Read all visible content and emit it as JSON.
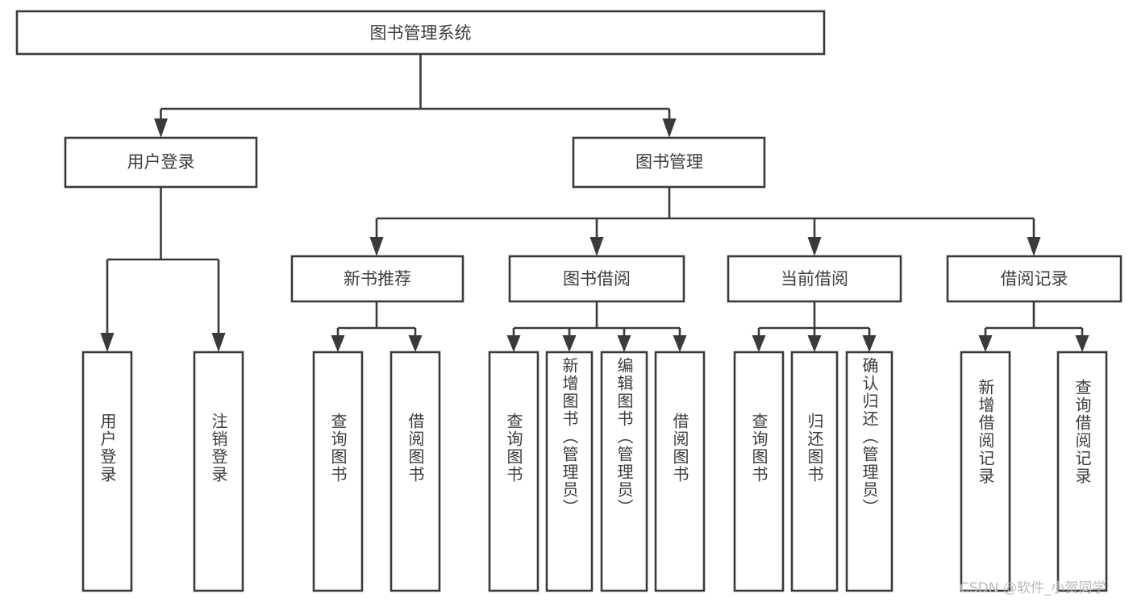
{
  "diagram": {
    "title": "图书管理系统",
    "type": "tree",
    "watermark": "CSDN @软件_小贺同学",
    "colors": {
      "box_stroke": "#3a3a3a",
      "box_fill": "#ffffff",
      "text": "#3c3c3c",
      "connector": "#3a3a3a",
      "watermark": "#b9b9b9",
      "background": "#ffffff"
    },
    "levels": {
      "root": "图书管理系统",
      "level2": [
        "用户登录",
        "图书管理"
      ],
      "level3": [
        "新书推荐",
        "图书借阅",
        "当前借阅",
        "借阅记录"
      ],
      "level4": [
        "用户登录",
        "注销登录",
        "查询图书",
        "借阅图书",
        "查询图书",
        "新增图书（管理员）",
        "编辑图书（管理员）",
        "借阅图书",
        "查询图书",
        "归还图书",
        "确认归还（管理员）",
        "新增借阅记录",
        "查询借阅记录"
      ]
    },
    "nodes": {
      "root": {
        "label": "图书管理系统"
      },
      "user_login": {
        "label": "用户登录"
      },
      "book_manage": {
        "label": "图书管理"
      },
      "new_book_rec": {
        "label": "新书推荐"
      },
      "book_borrow": {
        "label": "图书借阅"
      },
      "current_borrow": {
        "label": "当前借阅"
      },
      "borrow_record": {
        "label": "借阅记录"
      },
      "leaf_user_login": {
        "label": "用户登录"
      },
      "leaf_logout": {
        "label": "注销登录"
      },
      "leaf_query_book_a": {
        "label": "查询图书"
      },
      "leaf_borrow_book_a": {
        "label": "借阅图书"
      },
      "leaf_query_book_b": {
        "label": "查询图书"
      },
      "leaf_add_book": {
        "label": "新增图书（管理员）"
      },
      "leaf_edit_book": {
        "label": "编辑图书（管理员）"
      },
      "leaf_borrow_book_b": {
        "label": "借阅图书"
      },
      "leaf_query_book_c": {
        "label": "查询图书"
      },
      "leaf_return_book": {
        "label": "归还图书"
      },
      "leaf_confirm_return": {
        "label": "确认归还（管理员）"
      },
      "leaf_add_record": {
        "label": "新增借阅记录"
      },
      "leaf_query_record": {
        "label": "查询借阅记录"
      }
    },
    "edges": [
      {
        "from": "root",
        "to": "user_login"
      },
      {
        "from": "root",
        "to": "book_manage"
      },
      {
        "from": "user_login",
        "to": "leaf_user_login"
      },
      {
        "from": "user_login",
        "to": "leaf_logout"
      },
      {
        "from": "book_manage",
        "to": "new_book_rec"
      },
      {
        "from": "book_manage",
        "to": "book_borrow"
      },
      {
        "from": "book_manage",
        "to": "current_borrow"
      },
      {
        "from": "book_manage",
        "to": "borrow_record"
      },
      {
        "from": "new_book_rec",
        "to": "leaf_query_book_a"
      },
      {
        "from": "new_book_rec",
        "to": "leaf_borrow_book_a"
      },
      {
        "from": "book_borrow",
        "to": "leaf_query_book_b"
      },
      {
        "from": "book_borrow",
        "to": "leaf_add_book"
      },
      {
        "from": "book_borrow",
        "to": "leaf_edit_book"
      },
      {
        "from": "book_borrow",
        "to": "leaf_borrow_book_b"
      },
      {
        "from": "current_borrow",
        "to": "leaf_query_book_c"
      },
      {
        "from": "current_borrow",
        "to": "leaf_return_book"
      },
      {
        "from": "current_borrow",
        "to": "leaf_confirm_return"
      },
      {
        "from": "borrow_record",
        "to": "leaf_add_record"
      },
      {
        "from": "borrow_record",
        "to": "leaf_query_record"
      }
    ]
  }
}
